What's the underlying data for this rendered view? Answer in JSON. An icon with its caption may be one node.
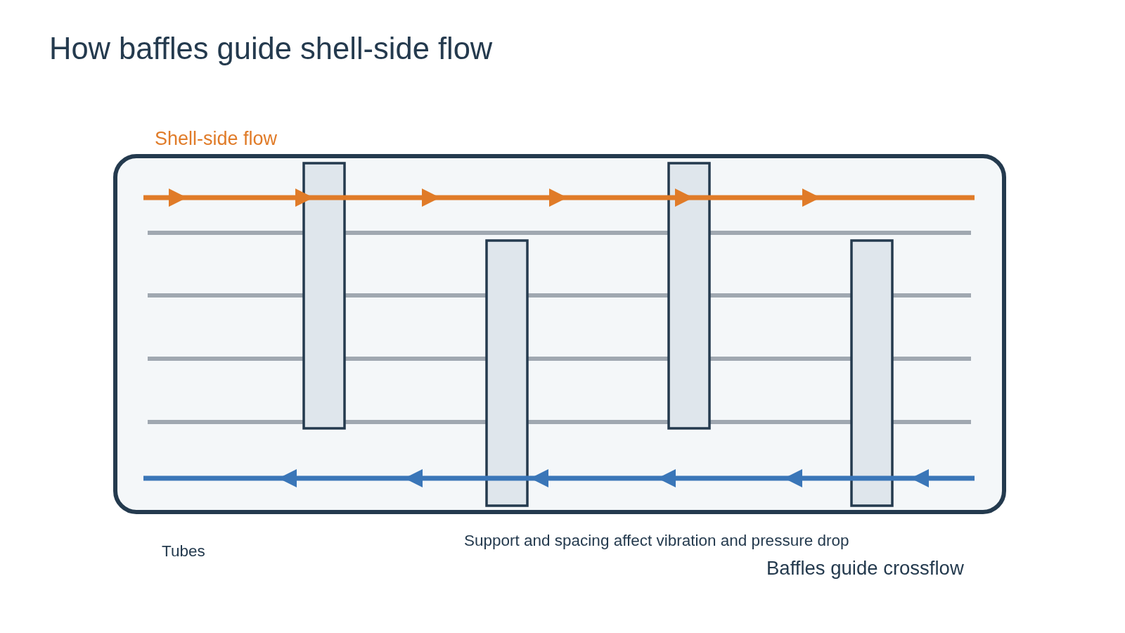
{
  "diagram": {
    "title": "How baffles guide shell-side flow",
    "labels": [
      "Shell-side flow",
      "Tubes",
      "Support and spacing affect vibration and pressure drop",
      "Baffles guide crossflow"
    ]
  }
}
